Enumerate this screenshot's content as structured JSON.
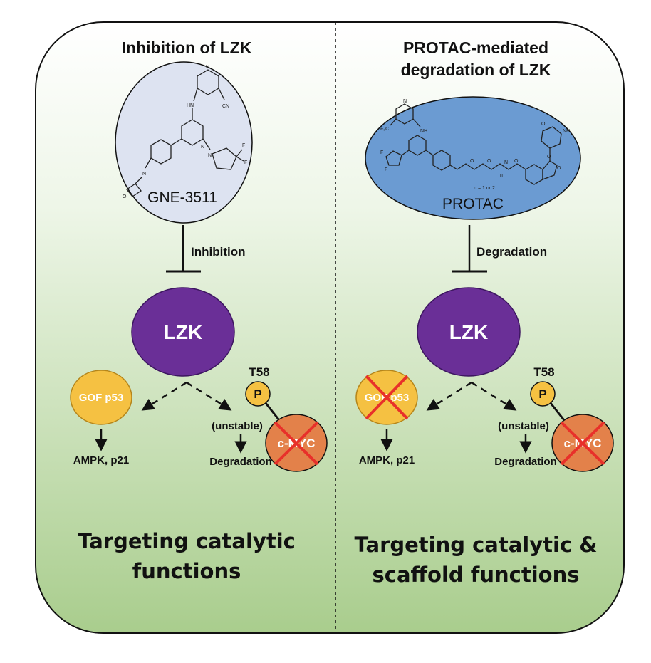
{
  "left_panel": {
    "title": "Inhibition of LZK",
    "molecule_name": "GNE-3511",
    "arrow_label": "Inhibition",
    "kinase": "LZK",
    "p53_label": "GOF p53",
    "p53_downstream": "AMPK, p21",
    "phospho_site": "T58",
    "phospho_label": "P",
    "unstable_label": "(unstable)",
    "degradation_label": "Degradation",
    "myc_label": "c-MYC",
    "bottom_line1": "Targeting catalytic",
    "bottom_line2": "functions"
  },
  "right_panel": {
    "title_line1": "PROTAC-mediated",
    "title_line2": "degradation of LZK",
    "molecule_name": "PROTAC",
    "chem_note": "n = 1 or 2",
    "arrow_label": "Degradation",
    "kinase": "LZK",
    "p53_label": "GOF p53",
    "p53_downstream": "AMPK, p21",
    "phospho_site": "T58",
    "phospho_label": "P",
    "unstable_label": "(unstable)",
    "degradation_label": "Degradation",
    "myc_label": "c-MYC",
    "bottom_line1": "Targeting catalytic &",
    "bottom_line2": "scaffold functions"
  },
  "colors": {
    "kinase": "#6a2f97",
    "p53": "#f5c142",
    "myc": "#e3814a",
    "cross": "#e8302a",
    "gne_bubble": "#dde3f1",
    "protac_bubble": "#6b9bd2",
    "panel_bottom": "#a9cd8d"
  }
}
